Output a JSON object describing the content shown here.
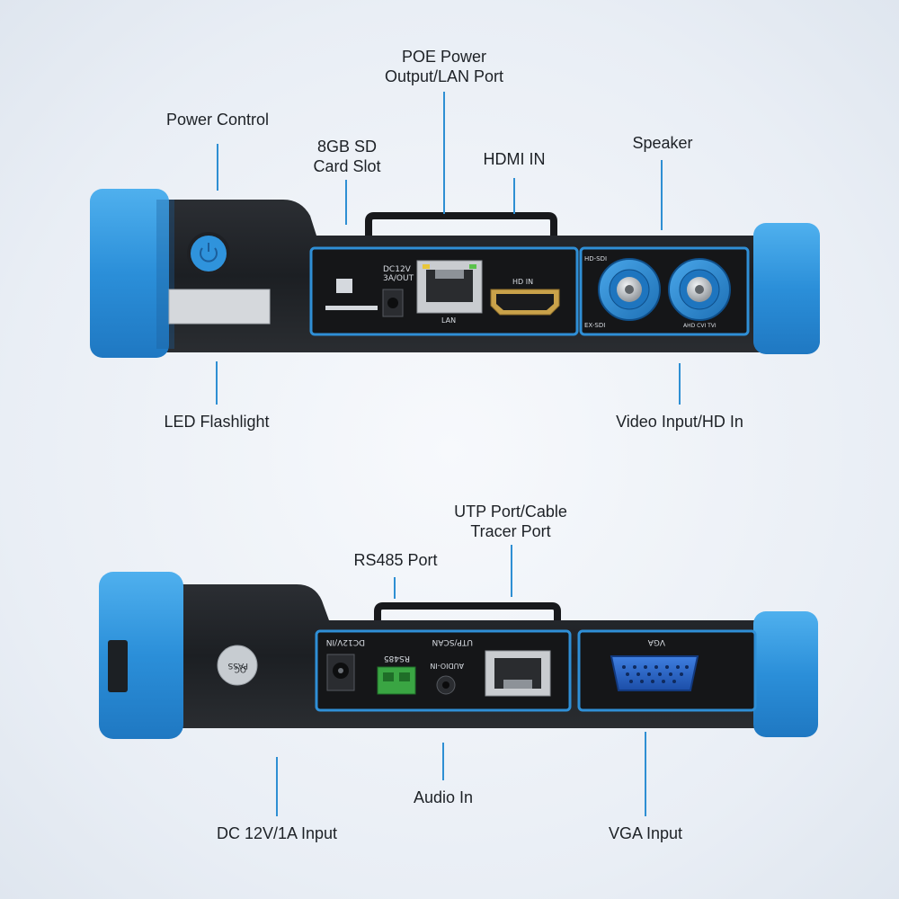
{
  "top_panel": {
    "callouts": {
      "power_control": "Power Control",
      "sd_card_slot": [
        "8GB SD",
        "Card Slot"
      ],
      "poe_power": [
        "POE Power",
        "Output/LAN Port"
      ],
      "hdmi_in": "HDMI IN",
      "speaker": "Speaker",
      "led_flashlight": "LED Flashlight",
      "video_input": "Video Input/HD In"
    },
    "port_labels": {
      "dc12v": [
        "DC12V",
        "3A/OUT"
      ],
      "lan": "LAN",
      "hd_in": "HD IN",
      "hd_sdi": "HD-SDI",
      "ex_sdi": "EX-SDI",
      "ahd": "AHD CVI TVI"
    }
  },
  "bottom_panel": {
    "callouts": {
      "utp_port": [
        "UTP Port/Cable",
        "Tracer Port"
      ],
      "rs485_port": "RS485 Port",
      "audio_in": "Audio In",
      "dc_input": "DC 12V/1A Input",
      "vga_input": "VGA Input"
    },
    "port_labels": {
      "dc12v_in": "DC12V/IN",
      "rs485": "RS485",
      "audio_in": "AUDIO-IN",
      "utp_scan": "UTP/SCAN",
      "vga": "VGA",
      "qc_pass": [
        "QC",
        "PASS"
      ]
    }
  },
  "colors": {
    "accent_blue": "#2e8fd3",
    "bumper_blue": "#2f8ed8",
    "body_dark": "#1e2125",
    "port_green": "#3aa543"
  }
}
